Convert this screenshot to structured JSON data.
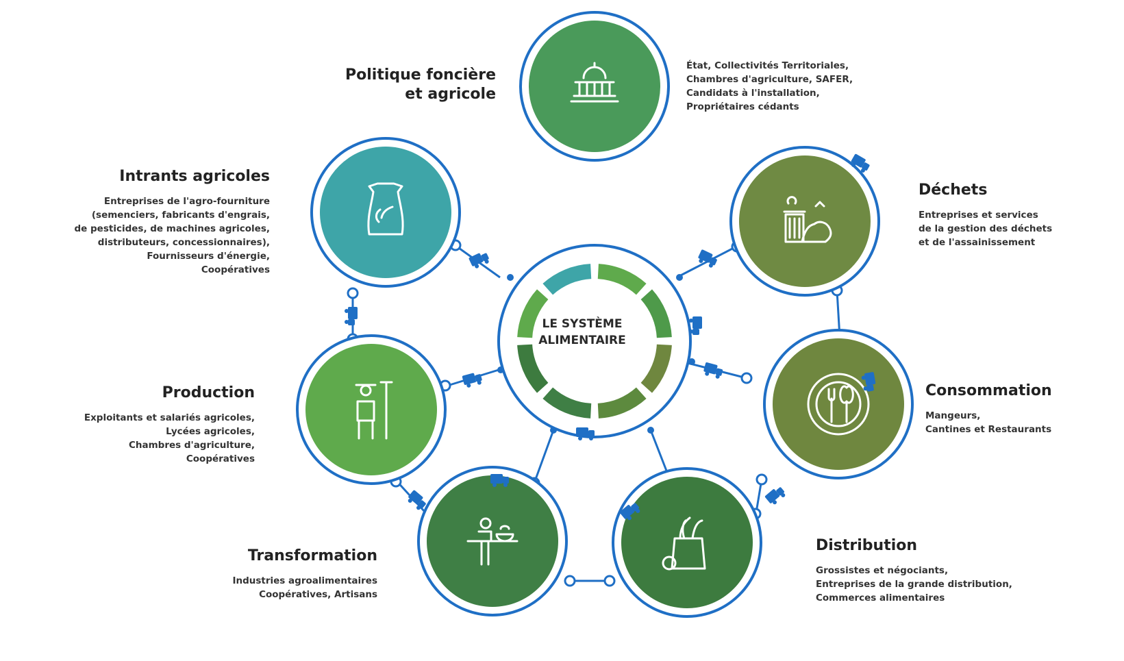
{
  "center": {
    "line1": "LE SYSTÈME",
    "line2": "ALIMENTAIRE"
  },
  "colors": {
    "ring": "#1f6fc5",
    "policy": "#4a9a5a",
    "intrants": "#3ea5a8",
    "production": "#5faa4c",
    "transformation": "#3f7f45",
    "distribution": "#3d7b3f",
    "consommation": "#6f873f",
    "dechets": "#6f8a43"
  },
  "nodes": {
    "policy": {
      "title_line1": "Politique foncière",
      "title_line2": "et agricole",
      "icon": "capitol-building-icon",
      "lines": [
        "État, Collectivités Territoriales,",
        "Chambres d'agriculture, SAFER,",
        "Candidats à l'installation,",
        "Propriétaires cédants"
      ]
    },
    "intrants": {
      "title": "Intrants agricoles",
      "icon": "seed-bag-icon",
      "lines": [
        "Entreprises de l'agro-fourniture",
        "(semenciers, fabricants d'engrais,",
        "de pesticides, de machines agricoles,",
        "distributeurs, concessionnaires),",
        "Fournisseurs d'énergie,",
        "Coopératives"
      ]
    },
    "production": {
      "title": "Production",
      "icon": "farmer-icon",
      "lines": [
        "Exploitants et salariés agricoles,",
        "Lycées agricoles,",
        "Chambres d'agriculture,",
        "Coopératives"
      ]
    },
    "transformation": {
      "title": "Transformation",
      "icon": "cook-icon",
      "lines": [
        "Industries agroalimentaires",
        "Coopératives, Artisans"
      ]
    },
    "distribution": {
      "title": "Distribution",
      "icon": "grocery-bag-icon",
      "lines": [
        "Grossistes et négociants,",
        "Entreprises de la grande distribution,",
        "Commerces alimentaires"
      ]
    },
    "consommation": {
      "title": "Consommation",
      "icon": "plate-cutlery-icon",
      "lines": [
        "Mangeurs,",
        "Cantines et Restaurants"
      ]
    },
    "dechets": {
      "title": "Déchets",
      "icon": "waste-bin-icon",
      "lines": [
        "Entreprises et services",
        "de la gestion des déchets",
        "et de l'assainissement"
      ]
    }
  }
}
